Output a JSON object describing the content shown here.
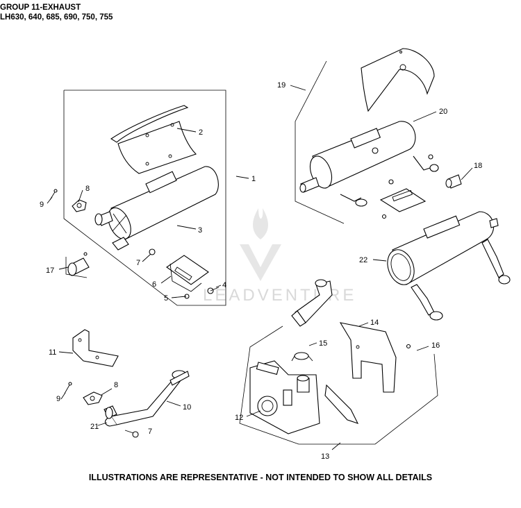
{
  "header": {
    "title": "GROUP 11-EXHAUST",
    "models": "LH630, 640, 685, 690, 750, 755"
  },
  "footer": {
    "note": "ILLUSTRATIONS ARE REPRESENTATIVE - NOT INTENDED TO SHOW ALL DETAILS"
  },
  "watermark": {
    "text": "LEADVENTURE"
  },
  "callouts": {
    "c1": "1",
    "c2": "2",
    "c3": "3",
    "c4": "4",
    "c5": "5",
    "c6": "6",
    "c7a": "7",
    "c7b": "7",
    "c8a": "8",
    "c8b": "8",
    "c9a": "9",
    "c9b": "9",
    "c10": "10",
    "c11": "11",
    "c12": "12",
    "c13": "13",
    "c14": "14",
    "c15": "15",
    "c16": "16",
    "c17": "17",
    "c18": "18",
    "c19": "19",
    "c20": "20",
    "c21": "21",
    "c22": "22"
  },
  "colors": {
    "ink": "#000000",
    "watermark": "#d9d9d9",
    "background": "#ffffff"
  }
}
